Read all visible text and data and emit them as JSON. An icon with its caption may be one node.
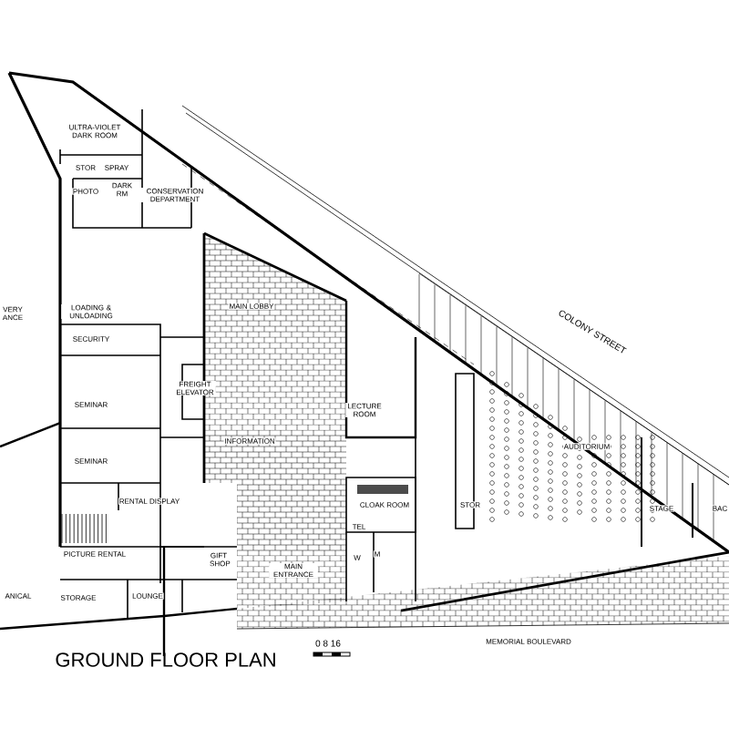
{
  "diagram": {
    "title": "GROUND FLOOR PLAN",
    "labels": [
      "ULTRA-VIOLET DARK ROOM",
      "STOR",
      "SPRAY",
      "PHOTO",
      "DARK RM",
      "CONSERVATION DEPARTMENT",
      "VERY ANCE",
      "LOADING & UNLOADING",
      "SECURITY",
      "MAIN LOBBY",
      "FREIGHT ELEVATOR",
      "SEMINAR",
      "LECTURE ROOM",
      "INFORMATION",
      "SEMINAR",
      "RENTAL DISPLAY",
      "COLONY STREET",
      "AUDITORIUM",
      "CLOAK ROOM",
      "STOR",
      "STAGE",
      "BAC",
      "TEL",
      "PICTURE RENTAL",
      "GIFT SHOP",
      "MAIN ENTRANCE",
      "W",
      "M",
      "ANICAL",
      "STORAGE",
      "LOUNGE",
      "0 8 16",
      "MEMORIAL BOULEVARD"
    ]
  }
}
